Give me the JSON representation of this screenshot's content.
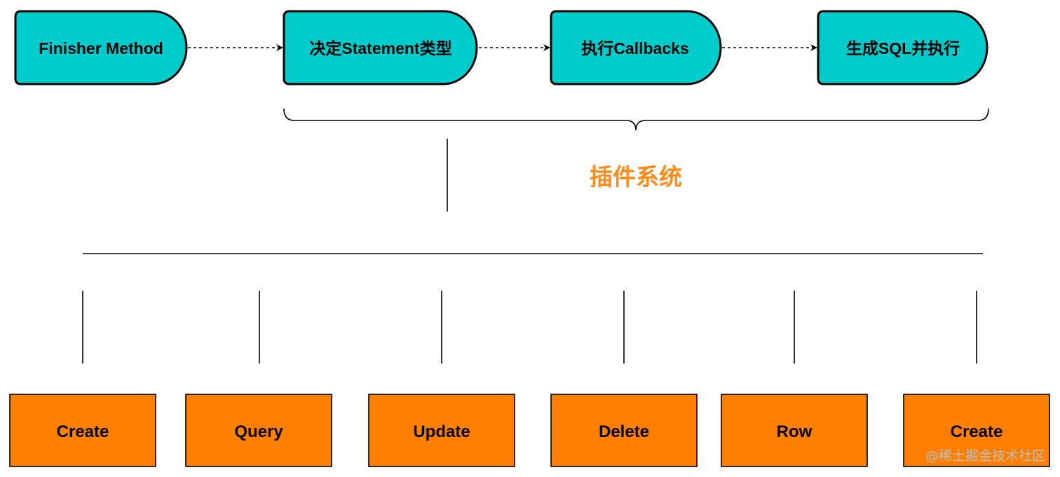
{
  "colors": {
    "stage_fill": "#00CCCC",
    "operation_fill": "#FF8000",
    "group_label": "#FF8C1A",
    "stroke": "#000000",
    "watermark": "#BFBFBF"
  },
  "pipeline": {
    "stages": [
      {
        "label": "Finisher Method"
      },
      {
        "label": "决定Statement类型"
      },
      {
        "label": "执行Callbacks"
      },
      {
        "label": "生成SQL并执行"
      }
    ]
  },
  "plugin_system": {
    "label": "插件系统"
  },
  "operations": [
    {
      "label": "Create"
    },
    {
      "label": "Query"
    },
    {
      "label": "Update"
    },
    {
      "label": "Delete"
    },
    {
      "label": "Row"
    },
    {
      "label": "Create"
    }
  ],
  "watermark": "@稀土掘金技术社区"
}
